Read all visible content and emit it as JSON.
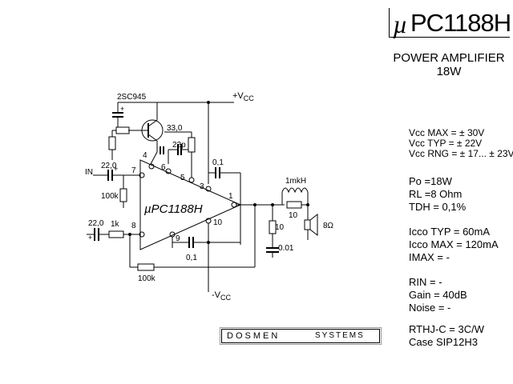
{
  "chip": {
    "prefix": "µ",
    "name": "PC1188H"
  },
  "heading": {
    "line1": "POWER AMPLIFIER",
    "line2": "18W"
  },
  "schematic": {
    "ic_label": "µPC1188H",
    "transistor": "2SC945",
    "supply_pos": "+V",
    "supply_pos_sub": "CC",
    "supply_neg": "-V",
    "supply_neg_sub": "CC",
    "input_label": "IN",
    "components": {
      "r_33": "33,0",
      "c_22p": "22p",
      "c_in": "22,0",
      "r_100k_in": "100k",
      "c_01_top": "0,1",
      "inductor": "1mkH",
      "r_10_series": "10",
      "r_10_shunt": "10",
      "c_001": "0.01",
      "speaker": "8Ω",
      "c_22_fb": "22,0",
      "r_1k": "1k",
      "c_01_bottom": "0,1",
      "r_100k_fb": "100k"
    },
    "pins": {
      "p1": "1",
      "p3": "3",
      "p4": "4",
      "p5": "5",
      "p6": "6",
      "p7": "7",
      "p8": "8",
      "p9": "9",
      "p10": "10"
    }
  },
  "specs": {
    "vcc_max": "Vcc MAX = ± 30V",
    "vcc_typ": "Vcc TYP = ± 22V",
    "vcc_rng": "Vcc RNG = ± 17...  ± 23V",
    "po": "Po  =18W",
    "rl": "RL  =8 Ohm",
    "tdh": "TDH = 0,1%",
    "icco_typ": "Icco TYP = 60mA",
    "icco_max": "Icco MAX = 120mA",
    "imax": "IMAX =    -",
    "rin": "RIN  = -",
    "gain": "Gain  = 40dB",
    "noise": "Noise = -",
    "rthj": "RTHJ-C = 3C/W",
    "case": "Case  SIP12H3"
  },
  "brand": {
    "left": "DOSMEN",
    "right": "SYSTEMS"
  }
}
